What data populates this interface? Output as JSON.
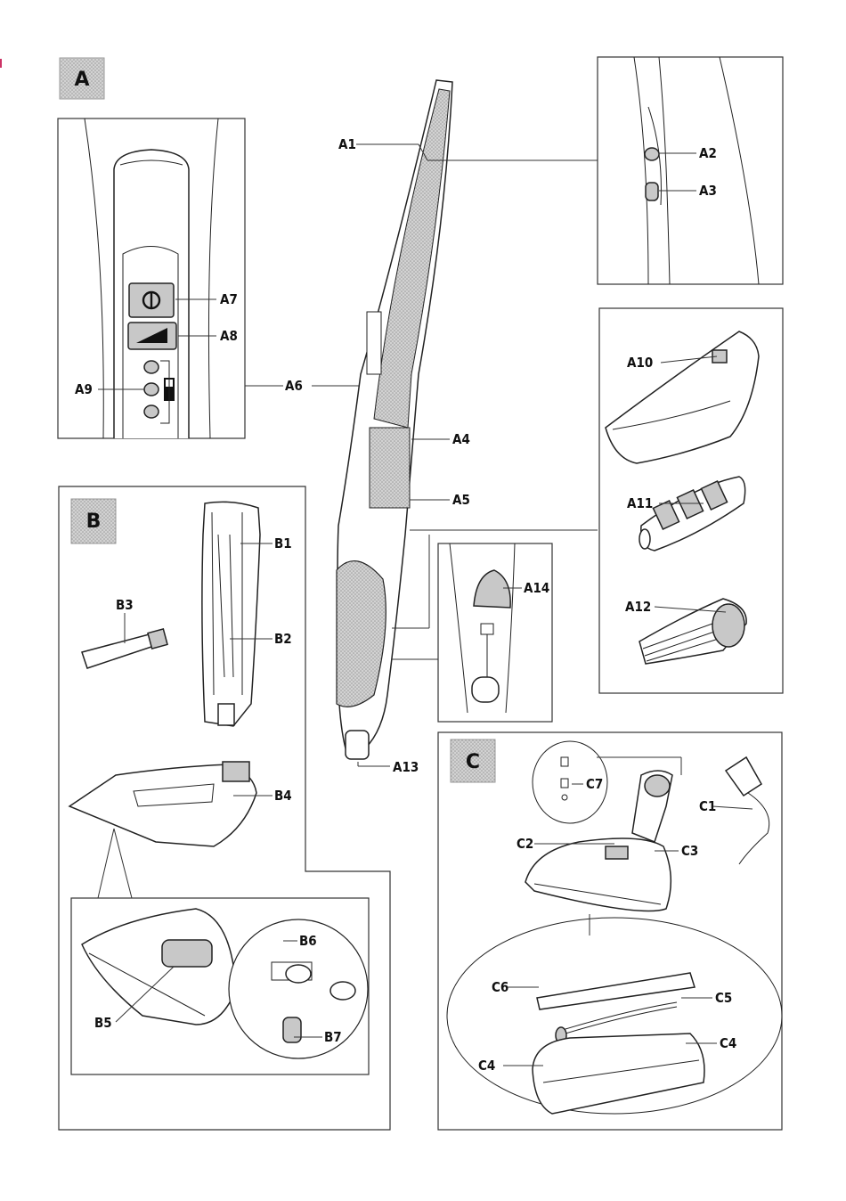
{
  "sections": {
    "a": "A",
    "b": "B",
    "c": "C"
  },
  "labels": {
    "a1": "A1",
    "a2": "A2",
    "a3": "A3",
    "a4": "A4",
    "a5": "A5",
    "a6": "A6",
    "a7": "A7",
    "a8": "A8",
    "a9": "A9",
    "a10": "A10",
    "a11": "A11",
    "a12": "A12",
    "a13": "A13",
    "a14": "A14",
    "b1": "B1",
    "b2": "B2",
    "b3": "B3",
    "b4": "B4",
    "b5": "B5",
    "b6": "B6",
    "b7": "B7",
    "c1": "C1",
    "c2": "C2",
    "c3": "C3",
    "c4a": "C4",
    "c4b": "C4",
    "c5": "C5",
    "c6": "C6",
    "c7": "C7"
  },
  "colors": {
    "panel_grey": "#c8c8c8",
    "shading": "#bdbdbd",
    "line": "#222222"
  }
}
